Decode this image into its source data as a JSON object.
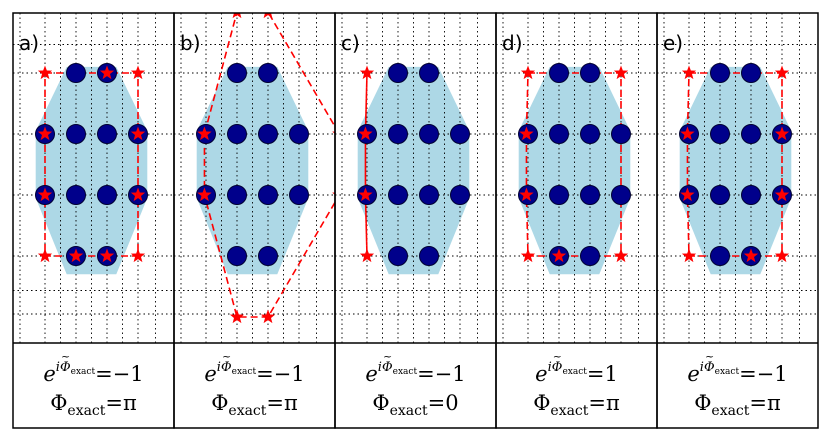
{
  "panels": [
    {
      "label": "a)",
      "phase_tilde": "=−1",
      "phase": "=π",
      "path": [
        [
          0,
          0
        ],
        [
          2,
          0
        ],
        [
          3,
          0
        ],
        [
          3,
          1
        ],
        [
          3,
          2
        ],
        [
          3,
          3
        ],
        [
          2,
          3
        ],
        [
          1,
          3
        ],
        [
          0,
          3
        ],
        [
          0,
          2
        ],
        [
          0,
          1
        ],
        [
          0,
          0
        ]
      ]
    },
    {
      "label": "b)",
      "phase_tilde": "=−1",
      "phase": "=π",
      "path": [
        [
          1,
          -1
        ],
        [
          2,
          -1
        ],
        [
          4.3,
          1
        ],
        [
          4.3,
          2
        ],
        [
          2,
          4
        ],
        [
          1,
          4
        ],
        [
          -0.05,
          2
        ],
        [
          -0.05,
          1
        ],
        [
          1,
          -1
        ]
      ]
    },
    {
      "label": "c)",
      "phase_tilde": "=−1",
      "phase": "=0",
      "path": [
        [
          0,
          0
        ],
        [
          -0.05,
          1
        ],
        [
          -0.05,
          2
        ],
        [
          0,
          3
        ],
        [
          -0.05,
          2
        ],
        [
          -0.05,
          1
        ],
        [
          0,
          0
        ]
      ]
    },
    {
      "label": "d)",
      "phase_tilde": "=1",
      "phase": "=π",
      "path": [
        [
          0,
          0
        ],
        [
          3,
          0
        ],
        [
          3,
          3
        ],
        [
          1,
          3
        ],
        [
          0,
          3
        ],
        [
          -0.05,
          2
        ],
        [
          -0.05,
          1
        ],
        [
          0,
          0
        ]
      ]
    },
    {
      "label": "e)",
      "phase_tilde": "=−1",
      "phase": "=π",
      "path": [
        [
          0,
          0
        ],
        [
          3,
          0
        ],
        [
          3,
          1
        ],
        [
          3,
          2
        ],
        [
          3,
          3
        ],
        [
          2,
          3
        ],
        [
          0,
          3
        ],
        [
          -0.05,
          2
        ],
        [
          -0.05,
          1
        ],
        [
          0,
          0
        ]
      ]
    }
  ],
  "dots": [
    [
      1,
      0
    ],
    [
      2,
      0
    ],
    [
      0,
      1
    ],
    [
      1,
      1
    ],
    [
      2,
      1
    ],
    [
      3,
      1
    ],
    [
      0,
      2
    ],
    [
      1,
      2
    ],
    [
      2,
      2
    ],
    [
      3,
      2
    ],
    [
      1,
      3
    ],
    [
      2,
      3
    ]
  ],
  "caption_parts": {
    "e": "e",
    "i": "i",
    "Phi": "Φ",
    "sub": "exact"
  },
  "colors": {
    "region": "#add8e6",
    "dot_fill": "#00008b",
    "dot_edge": "#000033",
    "path": "#ff0000",
    "grid": "#000000"
  }
}
